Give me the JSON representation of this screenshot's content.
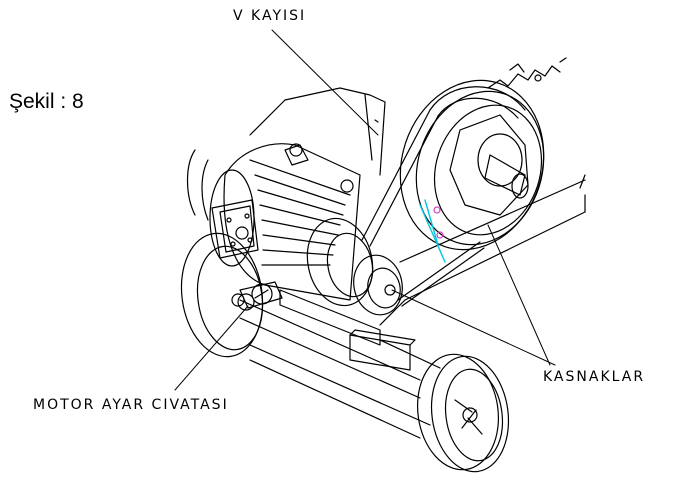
{
  "figure": {
    "label": "Şekil : 8"
  },
  "callouts": {
    "v_belt": "V KAYISI",
    "pulleys": "KASNAKLAR",
    "motor_adjust_bolt": "MOTOR AYAR CIVATASI"
  },
  "colors": {
    "line": "#000000",
    "background": "#ffffff",
    "highlight_cyan": "#00c8e0",
    "highlight_magenta": "#d040c0"
  }
}
